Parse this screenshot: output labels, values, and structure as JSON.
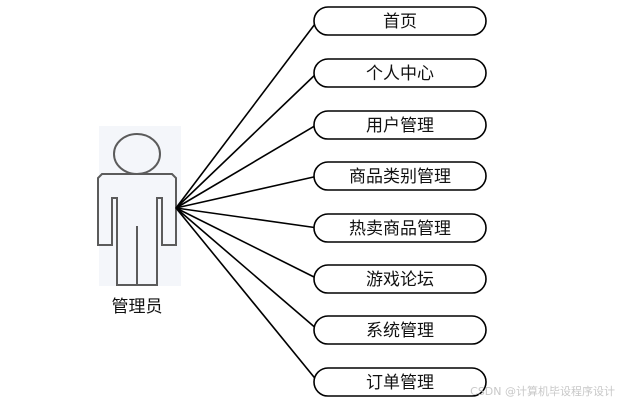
{
  "actor": {
    "label": "管理员"
  },
  "use_cases": [
    {
      "label": "首页"
    },
    {
      "label": "个人中心"
    },
    {
      "label": "用户管理"
    },
    {
      "label": "商品类别管理"
    },
    {
      "label": "热卖商品管理"
    },
    {
      "label": "游戏论坛"
    },
    {
      "label": "系统管理"
    },
    {
      "label": "订单管理"
    }
  ],
  "watermark": "CSDN @计算机毕设程序设计"
}
